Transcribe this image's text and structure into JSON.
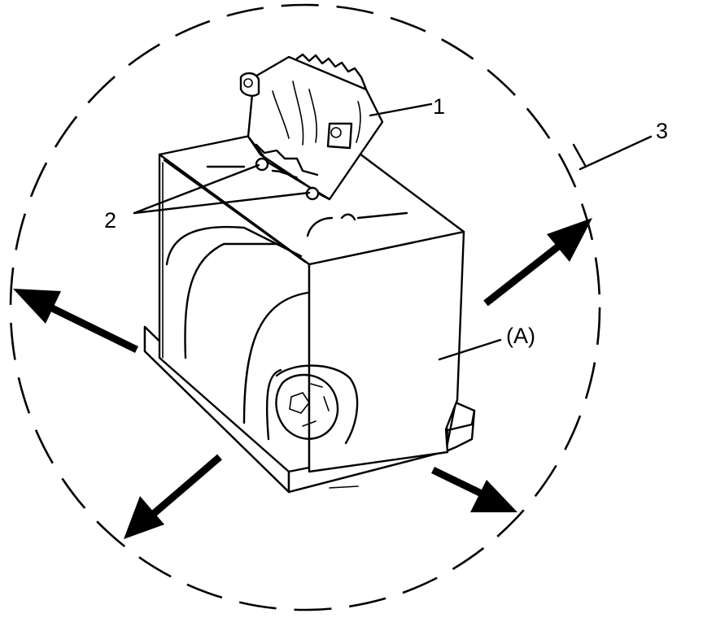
{
  "callouts": {
    "label_1": "1",
    "label_2": "2",
    "label_3": "3",
    "label_a": "(A)"
  },
  "arrows": {
    "count": 4,
    "style": "solid-black",
    "directions": [
      "up-right",
      "left",
      "down-left",
      "down-right"
    ]
  },
  "boundary": {
    "style": "dashed-circle",
    "color": "#000000"
  },
  "icons": [
    "module-component",
    "fasteners",
    "assembly-block"
  ]
}
